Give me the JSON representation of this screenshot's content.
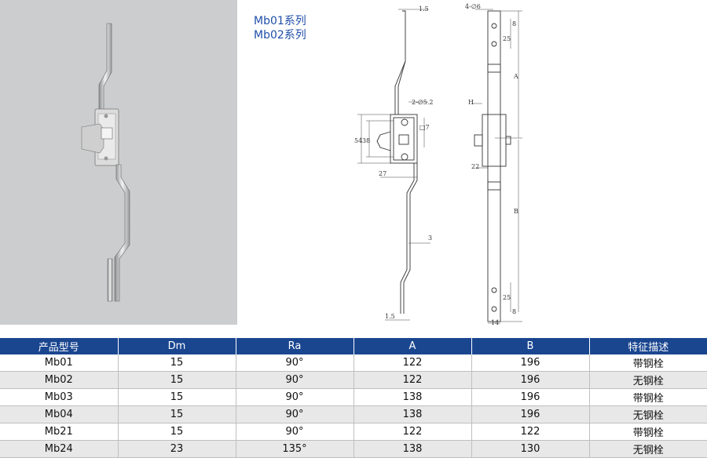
{
  "series_labels": [
    "Mb01系列",
    "Mb02系列"
  ],
  "drawing_labels": {
    "top_thickness": "1.5",
    "bottom_thickness": "1.5",
    "holes_left": "2-∅5.2",
    "holes_right": "4-∅6",
    "square": "□7",
    "h54": "54",
    "h38": "38",
    "w27": "27",
    "offset3": "3",
    "top25": "25",
    "top8": "8",
    "dimA": "A",
    "dimH": "H",
    "dim22": "22",
    "dimB": "B",
    "bottom25": "25",
    "bottom8": "8",
    "width14": "14"
  },
  "table": {
    "headers": [
      "产品型号",
      "Dm",
      "Ra",
      "A",
      "B",
      "特征描述"
    ],
    "rows": [
      [
        "Mb01",
        "15",
        "90°",
        "122",
        "196",
        "带钢栓"
      ],
      [
        "Mb02",
        "15",
        "90°",
        "122",
        "196",
        "无钢栓"
      ],
      [
        "Mb03",
        "15",
        "90°",
        "138",
        "196",
        "带钢栓"
      ],
      [
        "Mb04",
        "15",
        "90°",
        "138",
        "196",
        "无钢栓"
      ],
      [
        "Mb21",
        "15",
        "90°",
        "122",
        "122",
        "带钢栓"
      ],
      [
        "Mb24",
        "23",
        "135°",
        "138",
        "130",
        "无钢栓"
      ]
    ]
  }
}
